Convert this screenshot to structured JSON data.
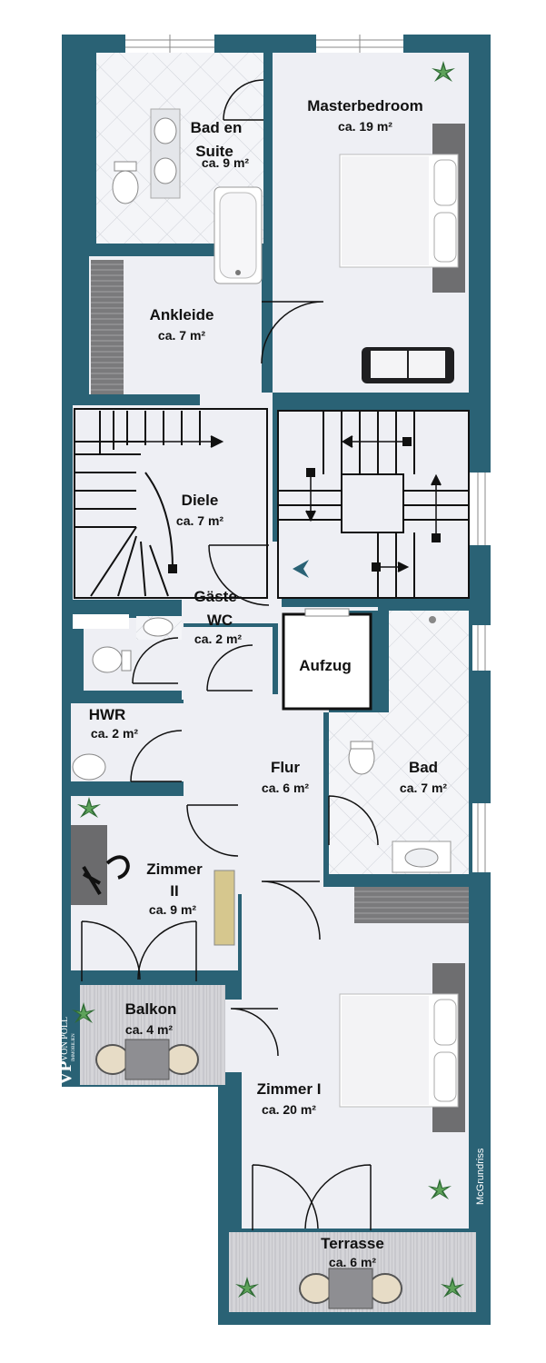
{
  "rooms": {
    "masterbedroom": {
      "name": "Masterbedroom",
      "area": "ca. 19 m²"
    },
    "bad_en_suite": {
      "name_line1": "Bad en",
      "name_line2": "Suite",
      "area": "ca. 9 m²"
    },
    "ankleide": {
      "name": "Ankleide",
      "area": "ca. 7 m²"
    },
    "diele": {
      "name": "Diele",
      "area": "ca. 7 m²"
    },
    "gaeste_wc": {
      "name_line1": "Gäste-",
      "name_line2": "WC",
      "area": "ca. 2 m²"
    },
    "aufzug": {
      "name": "Aufzug"
    },
    "hwr": {
      "name": "HWR",
      "area": "ca. 2 m²"
    },
    "flur": {
      "name": "Flur",
      "area": "ca. 6 m²"
    },
    "bad": {
      "name": "Bad",
      "area": "ca. 7 m²"
    },
    "zimmer_ii": {
      "name_line1": "Zimmer",
      "name_line2": "II",
      "area": "ca. 9 m²"
    },
    "balkon": {
      "name": "Balkon",
      "area": "ca. 4 m²"
    },
    "zimmer_i": {
      "name": "Zimmer I",
      "area": "ca. 20 m²"
    },
    "terrasse": {
      "name": "Terrasse",
      "area": "ca. 6 m²"
    }
  },
  "logo": {
    "initials": "VP",
    "line1": "VON POLL",
    "line2": "IMMOBILIEN"
  },
  "watermark": "McGrundriss",
  "colors": {
    "wall": "#2a6275",
    "floor": "#eeeff4",
    "tile_line": "#c9ccd3",
    "deck": "#b9b9bd",
    "plant": "#2f6b35"
  }
}
